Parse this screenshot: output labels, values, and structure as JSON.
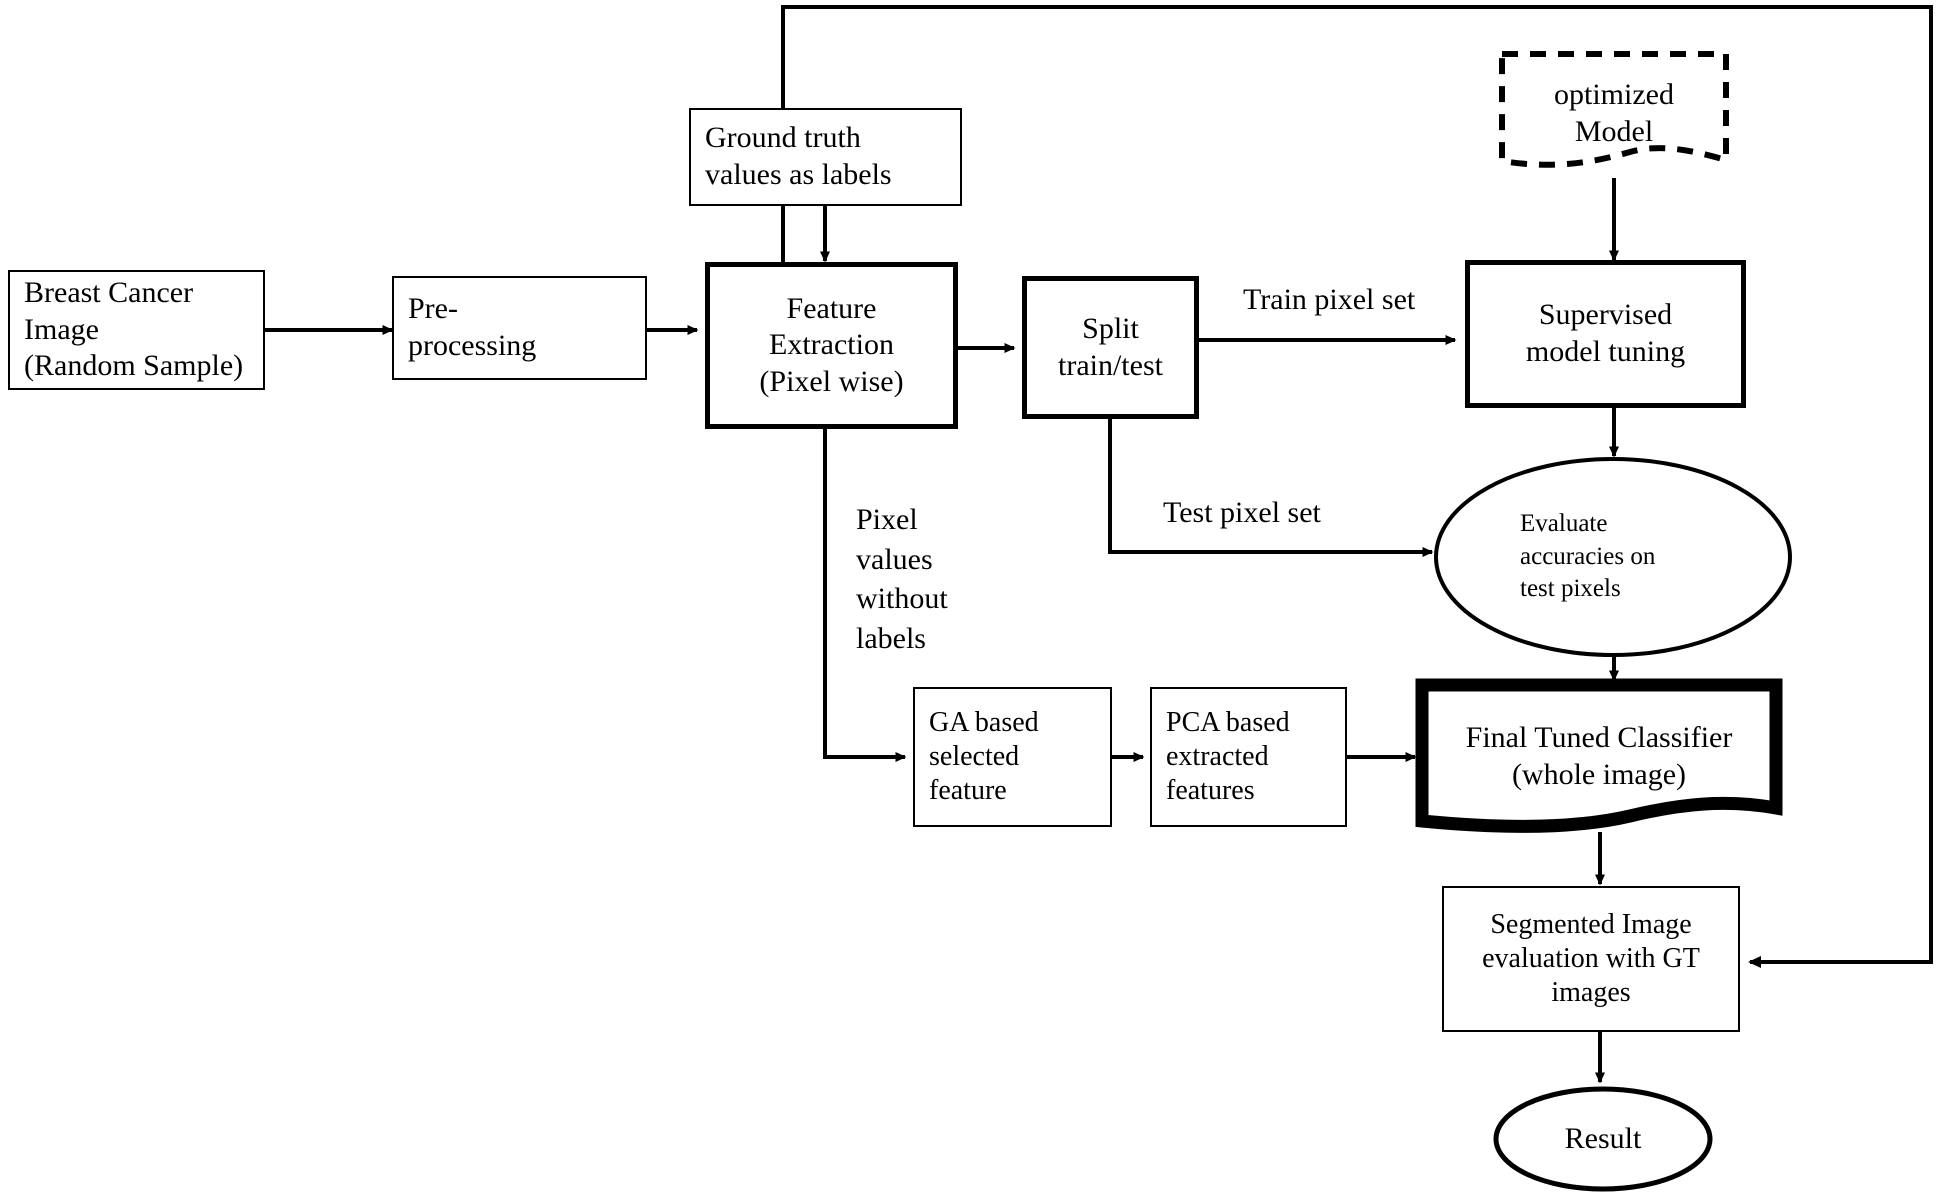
{
  "diagram": {
    "title": "Breast cancer image segmentation pipeline flowchart",
    "line_color": "#000000",
    "background": "#ffffff",
    "nodes": [
      {
        "id": "breast_cancer_image",
        "label": "Breast Cancer\nImage\n(Random Sample)",
        "shape": "rectangle",
        "border": "thin",
        "align": "left"
      },
      {
        "id": "pre_processing",
        "label": "Pre-\nprocessing",
        "shape": "rectangle",
        "border": "thin",
        "align": "left"
      },
      {
        "id": "ground_truth",
        "label": "Ground truth\nvalues as labels",
        "shape": "rectangle",
        "border": "thin",
        "align": "left"
      },
      {
        "id": "feature_extraction",
        "label": "Feature\nExtraction\n(Pixel wise)",
        "shape": "rectangle",
        "border": "thick",
        "align": "center"
      },
      {
        "id": "split_train_test",
        "label": "Split\ntrain/test",
        "shape": "rectangle",
        "border": "thick",
        "align": "center"
      },
      {
        "id": "optimized_model",
        "label": "optimized\nModel",
        "shape": "document",
        "border": "dashed",
        "align": "center"
      },
      {
        "id": "supervised_model_tuning",
        "label": "Supervised\nmodel tuning",
        "shape": "rectangle",
        "border": "thick",
        "align": "center"
      },
      {
        "id": "evaluate_accuracies",
        "label": "Evaluate\naccuracies on\ntest pixels",
        "shape": "ellipse",
        "border": "thin",
        "align": "left"
      },
      {
        "id": "ga_based_feature",
        "label": "GA based\nselected\nfeature",
        "shape": "rectangle",
        "border": "thin",
        "align": "left"
      },
      {
        "id": "pca_based_features",
        "label": "PCA based\nextracted\nfeatures",
        "shape": "rectangle",
        "border": "thin",
        "align": "left"
      },
      {
        "id": "final_tuned_classifier",
        "label": "Final Tuned Classifier\n(whole image)",
        "shape": "document",
        "border": "thick",
        "align": "center"
      },
      {
        "id": "segmented_image_eval",
        "label": "Segmented Image\nevaluation with GT\nimages",
        "shape": "rectangle",
        "border": "thin",
        "align": "center"
      },
      {
        "id": "result",
        "label": "Result",
        "shape": "ellipse",
        "border": "thin",
        "align": "center"
      }
    ],
    "edge_labels": [
      {
        "id": "train_pixel_set",
        "text": "Train pixel set"
      },
      {
        "id": "test_pixel_set",
        "text": "Test pixel set"
      },
      {
        "id": "pixel_values_without_labels",
        "text": "Pixel\nvalues\nwithout\nlabels"
      }
    ],
    "edges": [
      {
        "from": "breast_cancer_image",
        "to": "pre_processing",
        "label": ""
      },
      {
        "from": "pre_processing",
        "to": "feature_extraction",
        "label": ""
      },
      {
        "from": "ground_truth",
        "to": "feature_extraction",
        "label": ""
      },
      {
        "from": "feature_extraction",
        "to": "split_train_test",
        "label": ""
      },
      {
        "from": "split_train_test",
        "to": "supervised_model_tuning",
        "label": "Train pixel set"
      },
      {
        "from": "split_train_test",
        "to": "evaluate_accuracies",
        "label": "Test pixel set"
      },
      {
        "from": "optimized_model",
        "to": "supervised_model_tuning",
        "label": ""
      },
      {
        "from": "supervised_model_tuning",
        "to": "evaluate_accuracies",
        "label": ""
      },
      {
        "from": "feature_extraction",
        "to": "ga_based_feature",
        "label": "Pixel values without labels"
      },
      {
        "from": "ga_based_feature",
        "to": "pca_based_features",
        "label": ""
      },
      {
        "from": "pca_based_features",
        "to": "final_tuned_classifier",
        "label": ""
      },
      {
        "from": "evaluate_accuracies",
        "to": "final_tuned_classifier",
        "label": ""
      },
      {
        "from": "final_tuned_classifier",
        "to": "segmented_image_eval",
        "label": ""
      },
      {
        "from": "segmented_image_eval",
        "to": "result",
        "label": ""
      },
      {
        "from": "ground_truth_feedback_loop",
        "to": "segmented_image_eval",
        "label": ""
      }
    ]
  }
}
